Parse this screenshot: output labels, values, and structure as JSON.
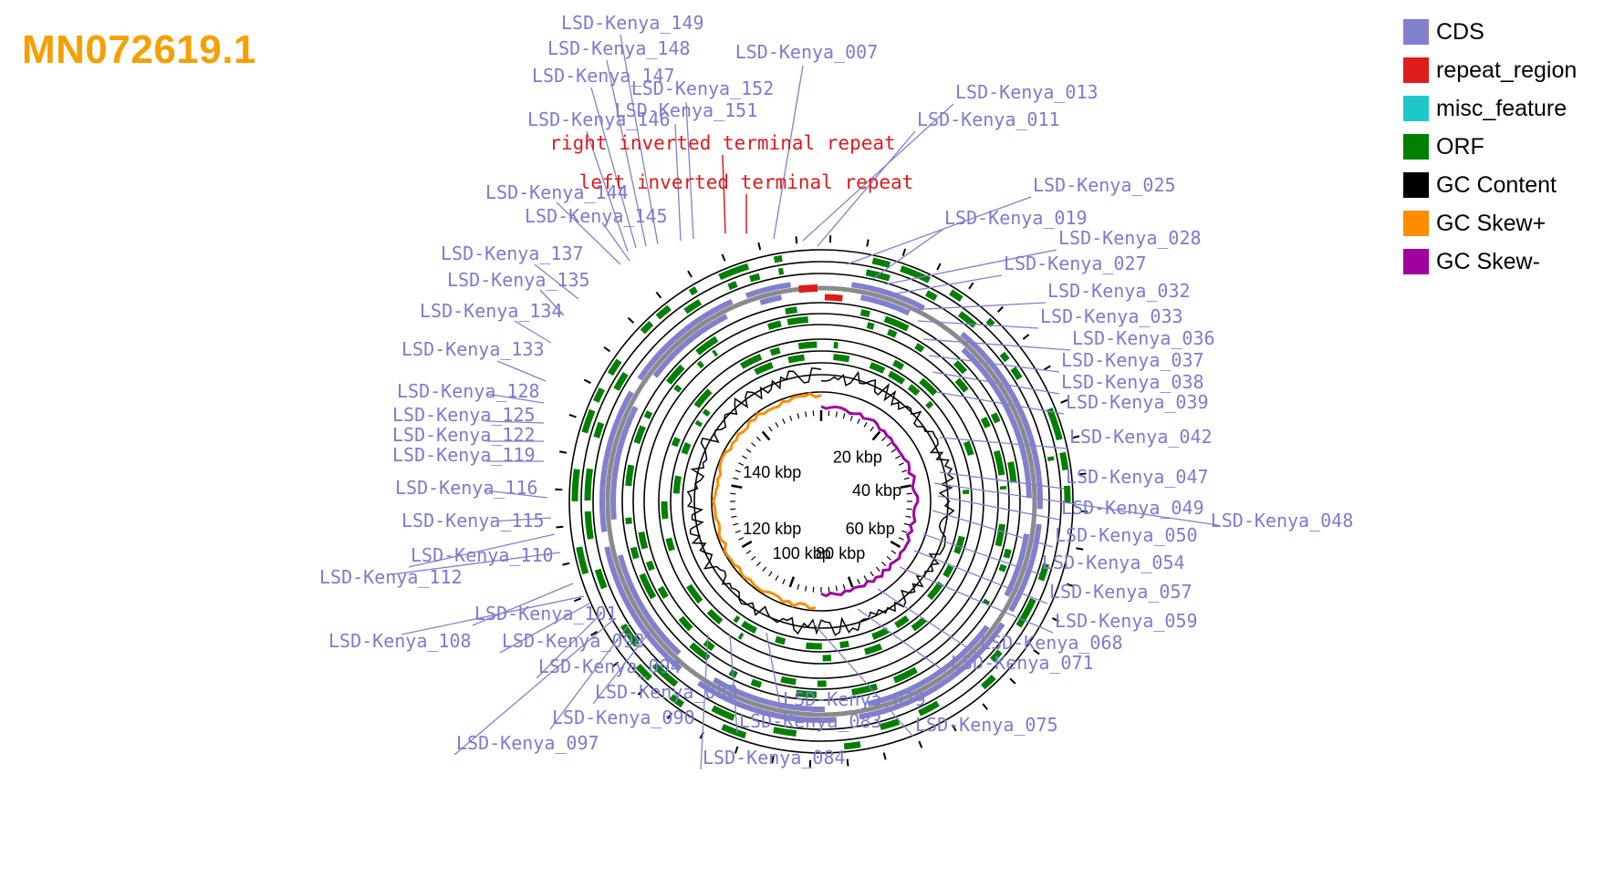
{
  "title": "MN072619.1",
  "title_color": "#f5a000",
  "legend": [
    {
      "label": "CDS",
      "color": "#8080cc"
    },
    {
      "label": "repeat_region",
      "color": "#e01b1b"
    },
    {
      "label": "misc_feature",
      "color": "#1ec8c8"
    },
    {
      "label": "ORF",
      "color": "#008000"
    },
    {
      "label": "GC Content",
      "color": "#000000"
    },
    {
      "label": "GC Skew+",
      "color": "#ff8c00"
    },
    {
      "label": "GC Skew-",
      "color": "#a000a0"
    }
  ],
  "repeat_labels": [
    "right inverted terminal repeat",
    "left inverted terminal repeat"
  ],
  "scale_labels": [
    "20 kbp",
    "40 kbp",
    "60 kbp",
    "80 kbp",
    "100 kbp",
    "120 kbp",
    "140 kbp"
  ],
  "feature_labels": [
    "LSD-Kenya_149",
    "LSD-Kenya_148",
    "LSD-Kenya_147",
    "LSD-Kenya_152",
    "LSD-Kenya_151",
    "LSD-Kenya_146",
    "LSD-Kenya_007",
    "LSD-Kenya_013",
    "LSD-Kenya_011",
    "LSD-Kenya_025",
    "LSD-Kenya_019",
    "LSD-Kenya_028",
    "LSD-Kenya_027",
    "LSD-Kenya_032",
    "LSD-Kenya_033",
    "LSD-Kenya_036",
    "LSD-Kenya_037",
    "LSD-Kenya_038",
    "LSD-Kenya_039",
    "LSD-Kenya_042",
    "LSD-Kenya_047",
    "LSD-Kenya_049",
    "LSD-Kenya_048",
    "LSD-Kenya_050",
    "LSD-Kenya_054",
    "LSD-Kenya_057",
    "LSD-Kenya_059",
    "LSD-Kenya_068",
    "LSD-Kenya_071",
    "LSD-Kenya_075",
    "LSD-Kenya_079",
    "LSD-Kenya_083",
    "LSD-Kenya_084",
    "LSD-Kenya_088",
    "LSD-Kenya_090",
    "LSD-Kenya_097",
    "LSD-Kenya_094",
    "LSD-Kenya_098",
    "LSD-Kenya_108",
    "LSD-Kenya_101",
    "LSD-Kenya_112",
    "LSD-Kenya_110",
    "LSD-Kenya_115",
    "LSD-Kenya_116",
    "LSD-Kenya_119",
    "LSD-Kenya_122",
    "LSD-Kenya_125",
    "LSD-Kenya_128",
    "LSD-Kenya_133",
    "LSD-Kenya_134",
    "LSD-Kenya_135",
    "LSD-Kenya_137",
    "LSD-Kenya_145",
    "LSD-Kenya_144"
  ]
}
